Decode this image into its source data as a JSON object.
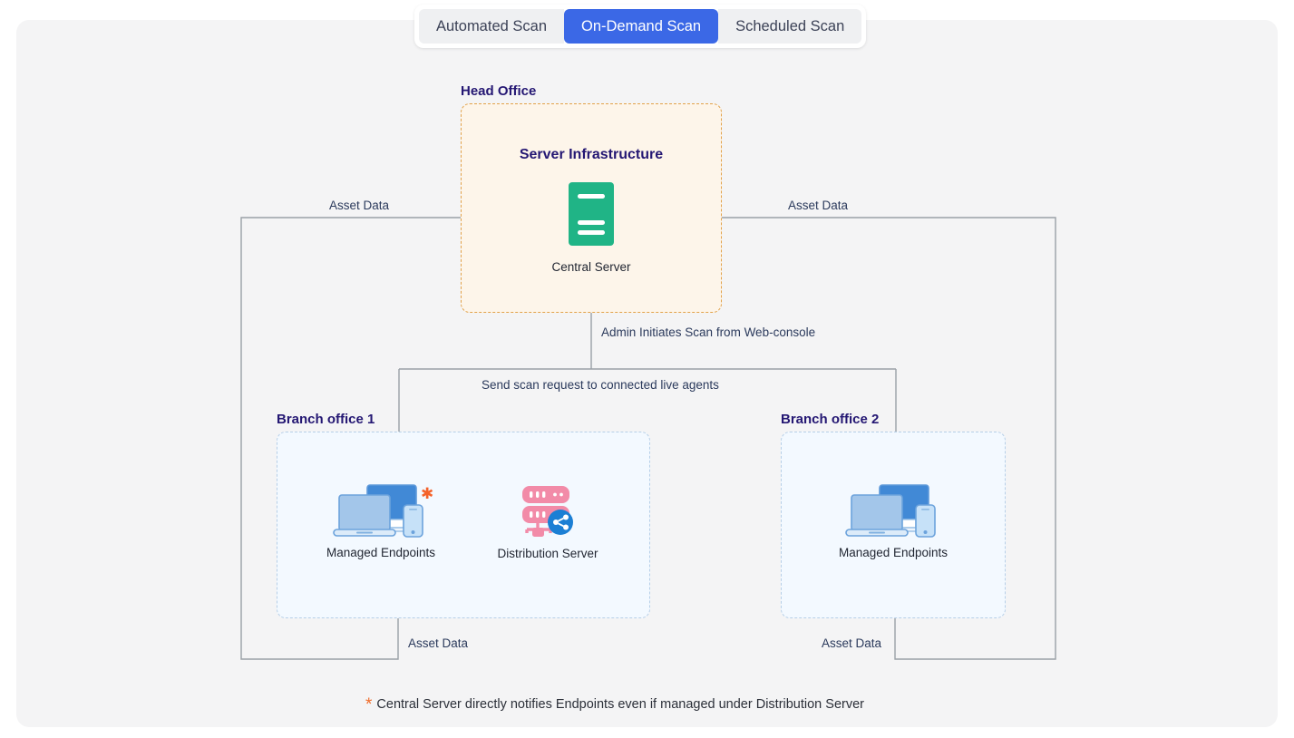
{
  "tabs": [
    {
      "label": "Automated Scan",
      "active": false
    },
    {
      "label": "On-Demand Scan",
      "active": true
    },
    {
      "label": "Scheduled Scan",
      "active": false
    }
  ],
  "zones": {
    "head_office": {
      "label": "Head Office"
    },
    "branch_1": {
      "label": "Branch office 1"
    },
    "branch_2": {
      "label": "Branch office 2"
    }
  },
  "nodes": {
    "server_infrastructure_title": "Server Infrastructure",
    "central_server": "Central Server",
    "managed_endpoints_1": "Managed Endpoints",
    "distribution_server": "Distribution Server",
    "managed_endpoints_2": "Managed Endpoints"
  },
  "edges": {
    "asset_data_left_top": "Asset Data",
    "asset_data_right_top": "Asset Data",
    "admin_initiates": "Admin Initiates Scan from Web-console",
    "send_scan_request": "Send scan request to connected live agents",
    "asset_data_branch_1": "Asset Data",
    "asset_data_branch_2": "Asset Data"
  },
  "footnote": {
    "marker": "*",
    "text": "Central Server directly notifies Endpoints even if managed under Distribution Server"
  },
  "icons": {
    "central_server": "server-icon",
    "managed_endpoints": "devices-icon",
    "distribution_server": "distribution-server-icon",
    "endpoint_marker": "asterisk-marker-icon"
  },
  "colors": {
    "accent_tab": "#3b68e6",
    "canvas": "#f4f4f5",
    "head_office_fill": "#fdf5ea",
    "head_office_border": "#e2a24a",
    "branch_fill": "#f3f9ff",
    "branch_border": "#b6cfe8",
    "server_green": "#20b486",
    "device_blue": "#4189d6",
    "distribution_pink": "#f28ba8",
    "share_blue": "#1b7fd4",
    "asterisk_orange": "#f4622a",
    "zone_label": "#241773",
    "wire": "#9aa0a6"
  }
}
